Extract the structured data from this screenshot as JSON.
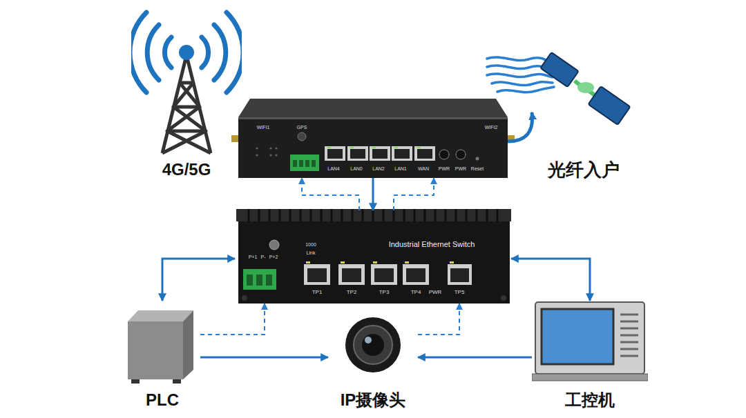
{
  "diagram": {
    "nodes": [
      {
        "text": [
          "4G/5G"
        ]
      },
      {
        "text": [
          "WIFI1",
          "GPS",
          "LAN4",
          "LAN0",
          "LAN2",
          "LAN1",
          "WAN",
          "PWR",
          "PWR",
          "Reset",
          "WIFI2"
        ]
      },
      {
        "text": [
          "光纤入户"
        ]
      },
      {
        "text": [
          "Industrial Ethernet Switch",
          "P+1",
          "P-",
          "P+2",
          "1000",
          "Link",
          "TP1",
          "TP2",
          "TP3",
          "TP4",
          "PWR",
          "TP5"
        ]
      },
      {
        "text": [
          "PLC"
        ]
      },
      {
        "text": [
          "IP摄像头"
        ]
      },
      {
        "text": [
          "工控机"
        ]
      }
    ],
    "edges": [
      {
        "from": 1,
        "to": 3,
        "arrow": "to"
      },
      {
        "from": 3,
        "to": 1,
        "arrow": "to"
      },
      {
        "from": 3,
        "to": 1,
        "arrow": "to"
      },
      {
        "from": 1,
        "to": 2,
        "arrow": "to"
      },
      {
        "from": 4,
        "to": 3,
        "arrow": "both"
      },
      {
        "from": 6,
        "to": 3,
        "arrow": "both"
      },
      {
        "from": 4,
        "to": 5,
        "arrow": "to"
      },
      {
        "from": 6,
        "to": 5,
        "arrow": "to"
      },
      {
        "from": 4,
        "to": 3,
        "arrow": "to"
      },
      {
        "from": 5,
        "to": 3,
        "arrow": "to"
      }
    ]
  }
}
